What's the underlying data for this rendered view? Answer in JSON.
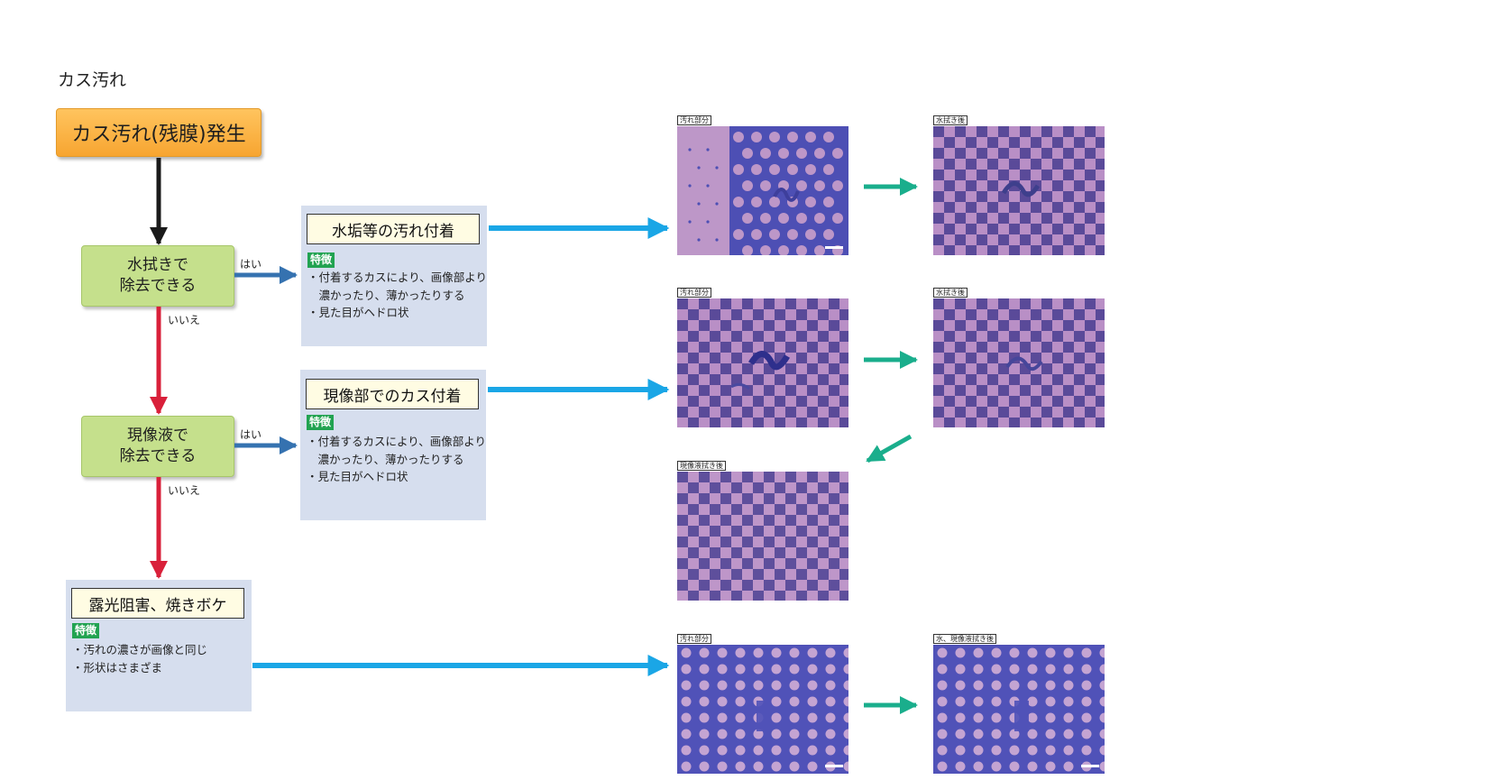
{
  "page_title": "カス汚れ",
  "start_label": "カス汚れ(残膜)発生",
  "decisions": [
    {
      "lines": [
        "水拭きで",
        "除去できる"
      ],
      "yes": "はい",
      "no": "いいえ"
    },
    {
      "lines": [
        "現像液で",
        "除去できる"
      ],
      "yes": "はい",
      "no": "いいえ"
    }
  ],
  "feature_badge": "特徴",
  "panels": [
    {
      "title": "水垢等の汚れ付着",
      "bullets": [
        "・付着するカスにより、画像部より",
        "　濃かったり、薄かったりする",
        "・見た目がヘドロ状"
      ]
    },
    {
      "title": "現像部でのカス付着",
      "bullets": [
        "・付着するカスにより、画像部より",
        "　濃かったり、薄かったりする",
        "・見た目がヘドロ状"
      ]
    },
    {
      "title": "露光阻害、焼きボケ",
      "bullets": [
        "・汚れの濃さが画像と同じ",
        "・形状はさまざま"
      ]
    }
  ],
  "photo_labels": {
    "dirty": "汚れ部分",
    "water_wiped": "水拭き後",
    "developer_wiped": "現像液拭き後",
    "both_wiped": "水、現像液拭き後"
  },
  "colors": {
    "start_orange": "#f9b040",
    "decision_green": "#c5e08c",
    "panel_bg": "#d6deee",
    "title_bg": "#fffce3",
    "badge_green": "#22a351",
    "arrow_black": "#1a1a1a",
    "arrow_red": "#d9203a",
    "arrow_blue_dark": "#3572b0",
    "arrow_blue_light": "#1aa6e6",
    "arrow_teal": "#1aae8c",
    "photo_purple": "#b98fc6",
    "photo_blue": "#4e4fb3"
  }
}
